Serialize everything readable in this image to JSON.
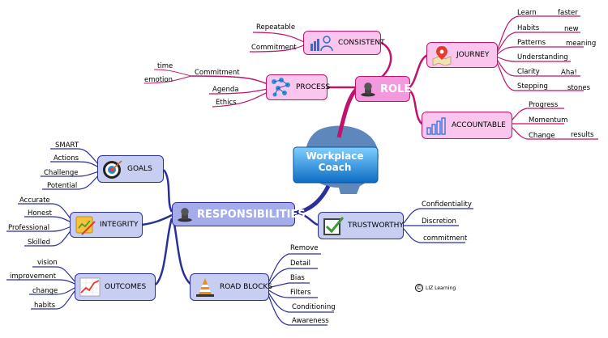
{
  "center": {
    "line1": "Workplace",
    "line2": "Coach"
  },
  "role": {
    "label": "ROLE",
    "consistent": {
      "label": "CONSISTENT",
      "leaves": [
        "Repeatable",
        "Commitment"
      ]
    },
    "process": {
      "label": "PROCESS",
      "commitment_label": "Commitment",
      "commitment_leaves": [
        "time",
        "emotion"
      ],
      "leaves": [
        "Agenda",
        "Ethics"
      ]
    },
    "journey": {
      "label": "JOURNEY",
      "leaves": [
        "Learn",
        "faster",
        "Habits",
        "new",
        "Patterns",
        "meaning",
        "Understanding",
        "Clarity",
        "Aha!",
        "Stepping",
        "stones"
      ]
    },
    "accountable": {
      "label": "ACCOUNTABLE",
      "leaves": [
        "Progress",
        "Momentum",
        "Change",
        "results"
      ]
    }
  },
  "responsibilities": {
    "label": "RESPONSIBILITIES",
    "goals": {
      "label": "GOALS",
      "leaves": [
        "SMART",
        "Actions",
        "Challenge",
        "Potential"
      ]
    },
    "integrity": {
      "label": "INTEGRITY",
      "leaves": [
        "Accurate",
        "Honest",
        "Professional",
        "Skilled"
      ]
    },
    "outcomes": {
      "label": "OUTCOMES",
      "leaves": [
        "vision",
        "improvement",
        "change",
        "habits"
      ]
    },
    "road_blocks": {
      "label": "ROAD BLOCKS",
      "leaves": [
        "Remove",
        "Detail",
        "Bias",
        "Filters",
        "Conditioning",
        "Awareness"
      ]
    },
    "trustworthy": {
      "label": "TRUSTWORTHY",
      "leaves": [
        "Confidentiality",
        "Discretion",
        "commitment"
      ]
    }
  },
  "copyright": {
    "symbol": "©",
    "text": "LIZ Learning"
  },
  "colors": {
    "pink": "#c0136c",
    "pink_fill": "#fbc6ee",
    "blue": "#2b2f9c",
    "blue_fill": "#c8cdf2",
    "center": "#1e88d8"
  }
}
